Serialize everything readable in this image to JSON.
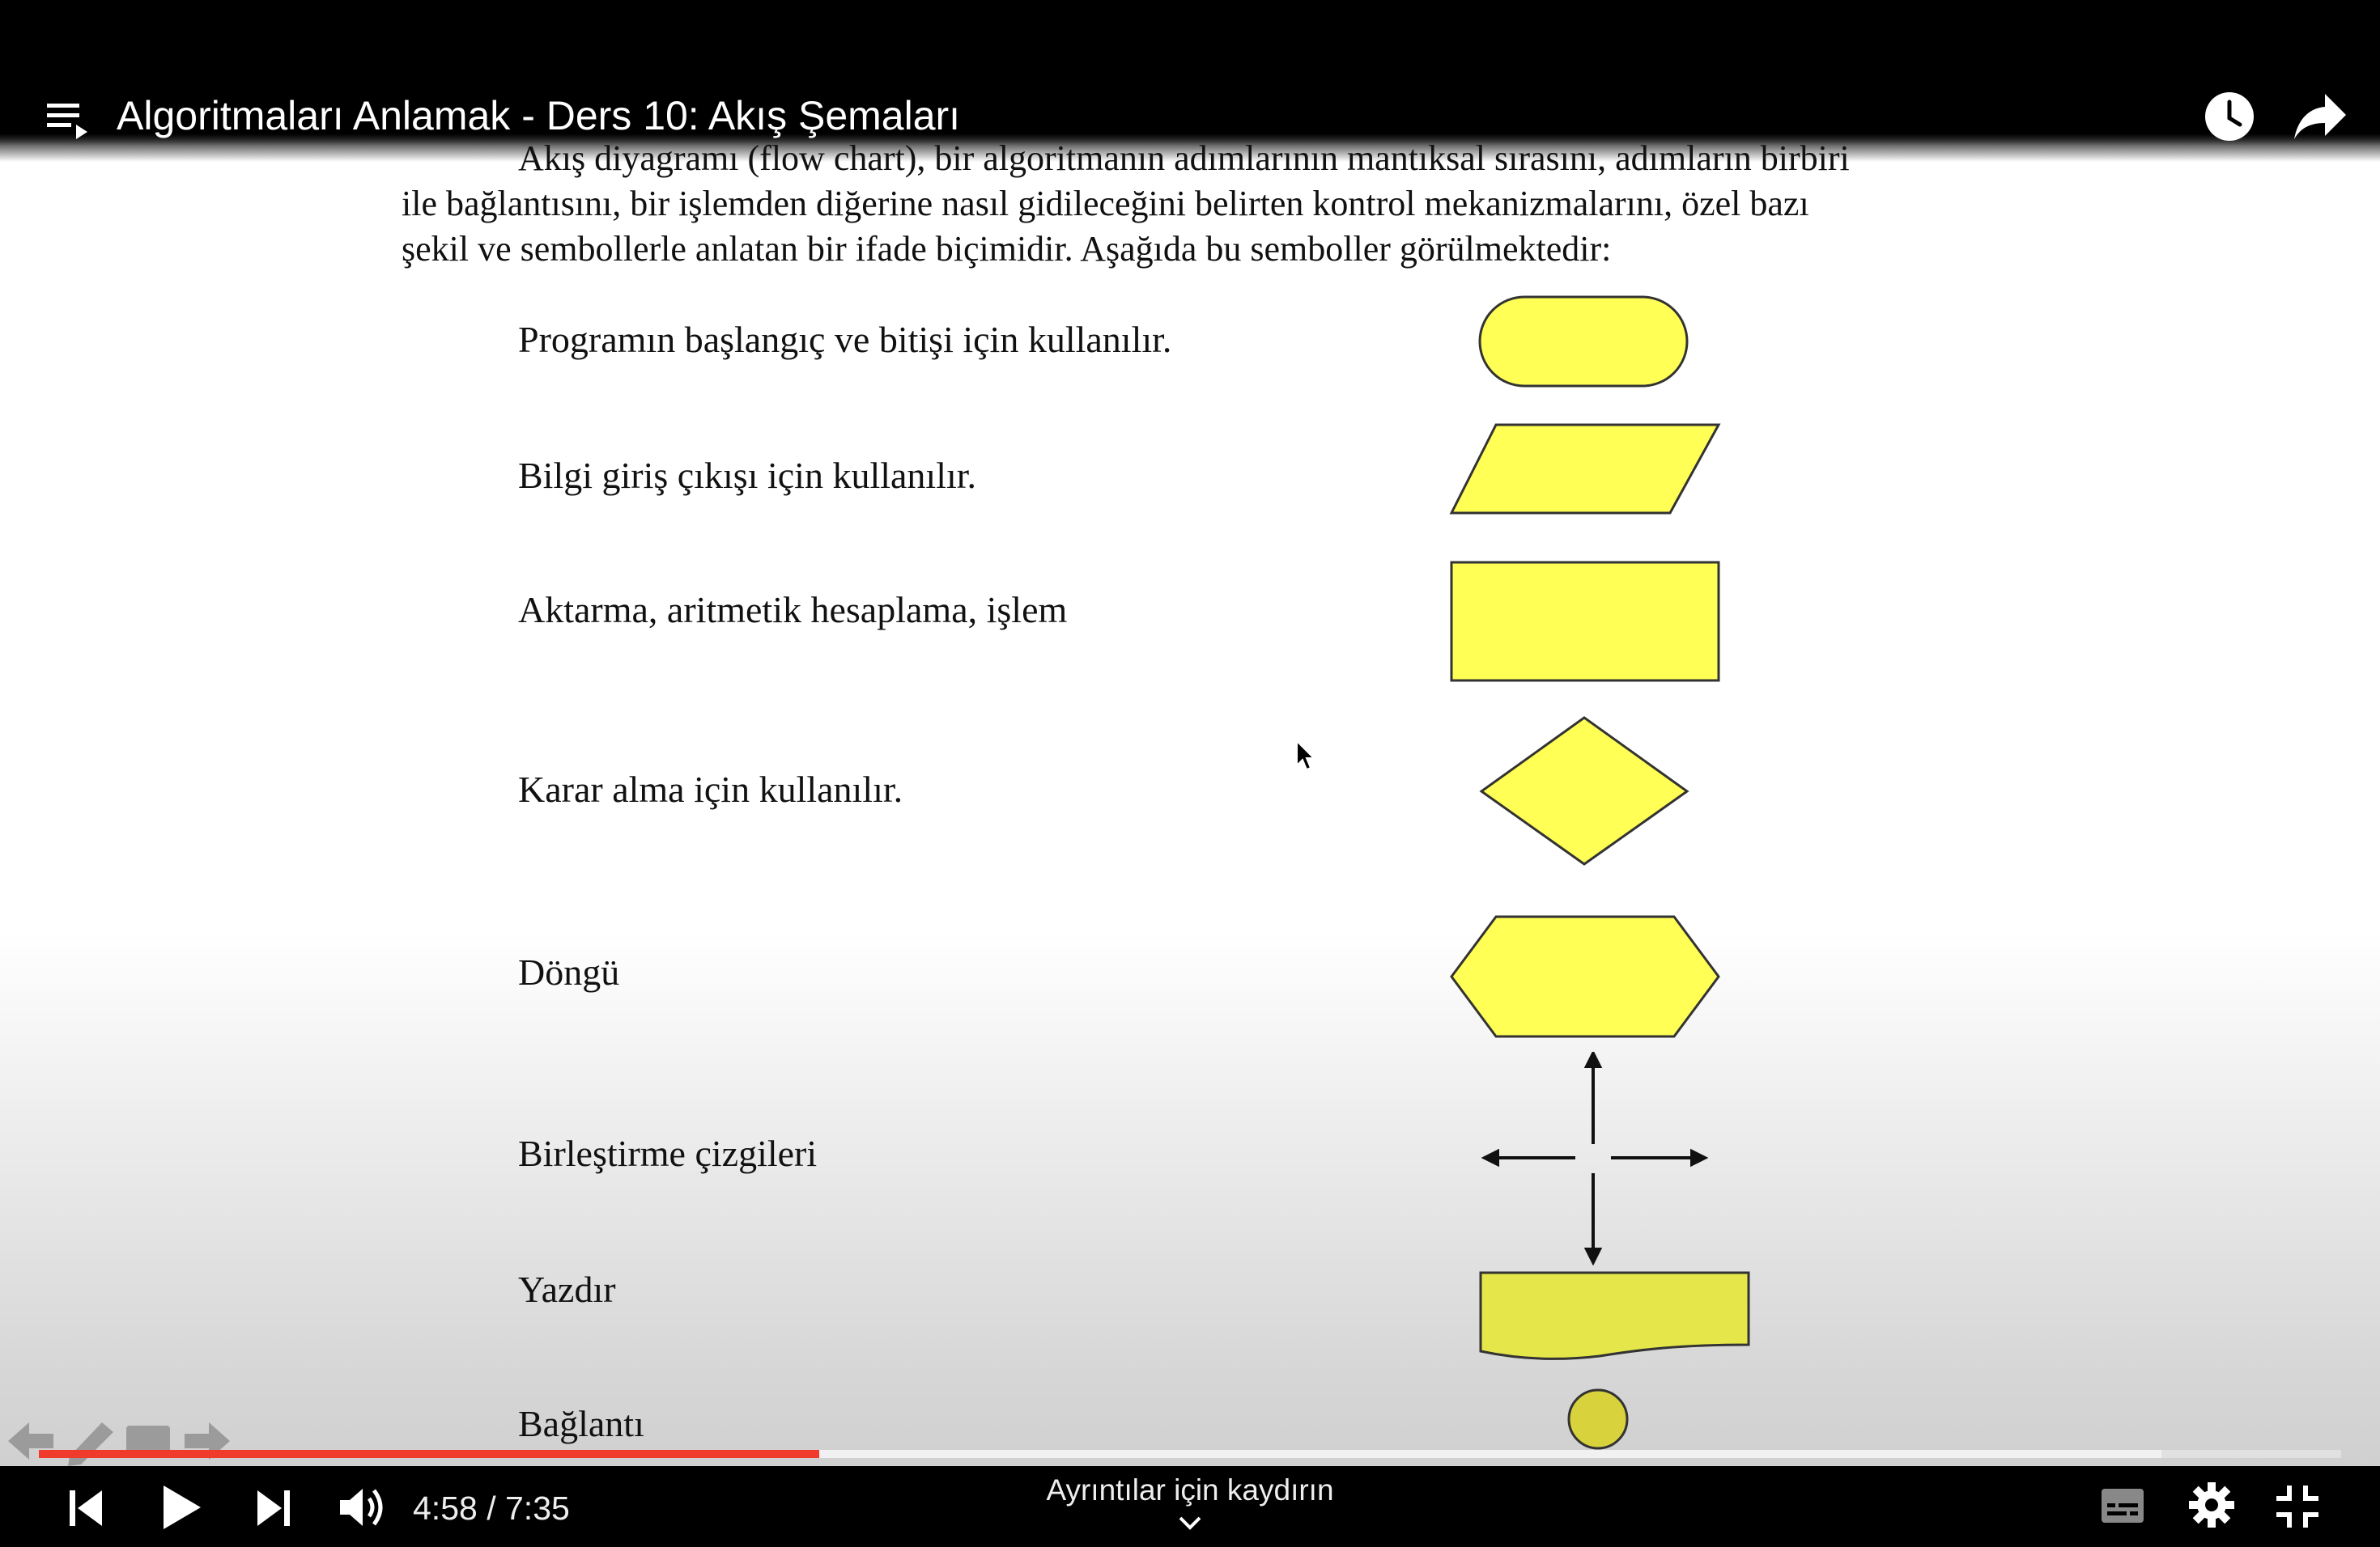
{
  "player": {
    "title": "Algoritmaları Anlamak - Ders 10: Akış Şemaları",
    "time_current": "4:58",
    "time_separator": " / ",
    "time_total": "7:35",
    "swipe_hint": "Ayrıntılar için kaydırın",
    "progress_fraction": 0.339,
    "buffer_fraction": 0.922,
    "accent_color": "#f03a2b"
  },
  "document": {
    "intro_lines": [
      "Akış diyagramı (flow chart), bir algoritmanın adımlarının mantıksal sırasını, adımların birbiri",
      "ile bağlantısını, bir işlemden diğerine nasıl gidileceğini belirten kontrol mekanizmalarını, özel bazı",
      "şekil ve sembollerle anlatan bir ifade biçimidir. Aşağıda bu semboller görülmektedir:"
    ],
    "symbols": [
      {
        "label": "Programın başlangıç ve bitişi için kullanılır.",
        "shape": "terminal"
      },
      {
        "label": "Bilgi giriş çıkışı için kullanılır.",
        "shape": "parallelogram"
      },
      {
        "label": "Aktarma, aritmetik hesaplama, işlem",
        "shape": "rectangle"
      },
      {
        "label": "Karar alma için kullanılır.",
        "shape": "diamond"
      },
      {
        "label": "Döngü",
        "shape": "hexagon"
      },
      {
        "label": "Birleştirme çizgileri",
        "shape": "arrows"
      },
      {
        "label": "Yazdır",
        "shape": "document"
      },
      {
        "label": "Bağlantı",
        "shape": "circle"
      }
    ],
    "shape_fill": "#ffff55",
    "shape_stroke": "#333333"
  },
  "icons": {
    "playlist": "playlist-icon",
    "watch_later": "watch-later-icon",
    "share": "share-icon",
    "previous": "previous-icon",
    "play": "play-icon",
    "next": "next-icon",
    "volume": "volume-icon",
    "subtitles": "subtitles-icon",
    "settings": "settings-icon",
    "exit_fullscreen": "exit-fullscreen-icon"
  }
}
